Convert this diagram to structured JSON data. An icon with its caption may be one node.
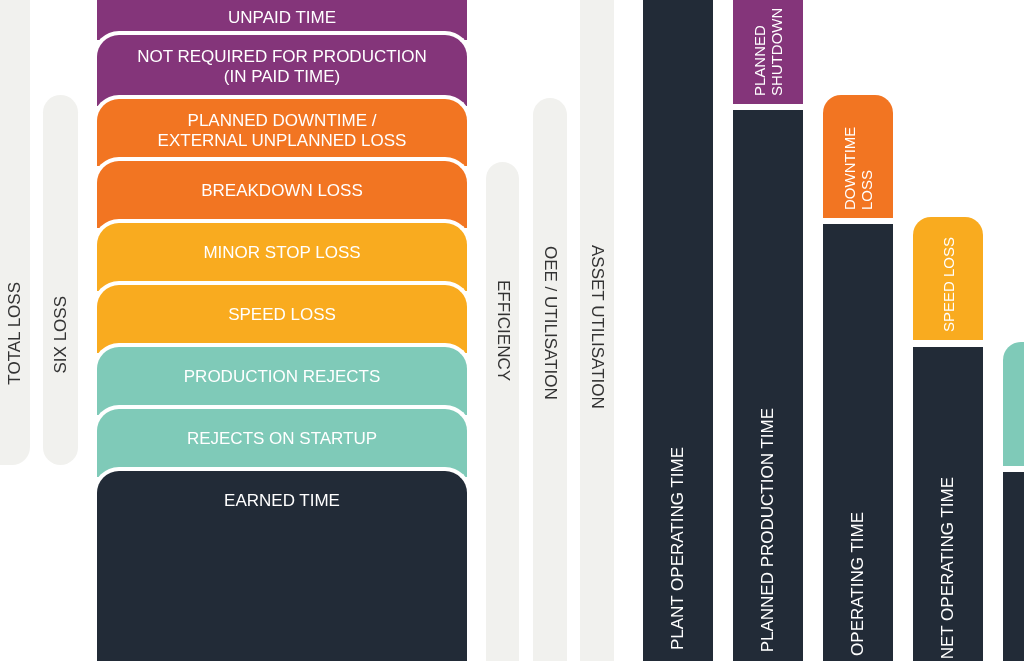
{
  "diagram": {
    "nodes": [
      {
        "text": [
          "UNPAID TIME"
        ]
      },
      {
        "text": [
          "NOT REQUIRED FOR PRODUCTION (IN PAID TIME)"
        ]
      },
      {
        "text": [
          "PLANNED DOWNTIME / EXTERNAL UNPLANNED LOSS"
        ]
      },
      {
        "text": [
          "BREAKDOWN LOSS"
        ]
      },
      {
        "text": [
          "MINOR STOP LOSS"
        ]
      },
      {
        "text": [
          "SPEED LOSS"
        ]
      },
      {
        "text": [
          "PRODUCTION REJECTS"
        ]
      },
      {
        "text": [
          "REJECTS ON STARTUP"
        ]
      },
      {
        "text": [
          "EARNED TIME"
        ]
      },
      {
        "text": [
          "TOTAL LOSS"
        ]
      },
      {
        "text": [
          "SIX LOSS"
        ]
      },
      {
        "text": [
          "EFFICIENCY"
        ]
      },
      {
        "text": [
          "OEE / UTILISATION"
        ]
      },
      {
        "text": [
          "ASSET UTILISATION"
        ]
      },
      {
        "text": [
          "PLANT OPERATING TIME"
        ]
      },
      {
        "text": [
          "PLANNED SHUTDOWN"
        ]
      },
      {
        "text": [
          "PLANNED PRODUCTION TIME"
        ]
      },
      {
        "text": [
          "DOWNTIME LOSS"
        ]
      },
      {
        "text": [
          "OPERATING TIME"
        ]
      },
      {
        "text": [
          "SPEED LOSS"
        ]
      },
      {
        "text": [
          "NET OPERATING TIME"
        ]
      },
      {
        "text": [],
        "shape": "box"
      },
      {
        "text": [],
        "shape": "box"
      }
    ]
  }
}
